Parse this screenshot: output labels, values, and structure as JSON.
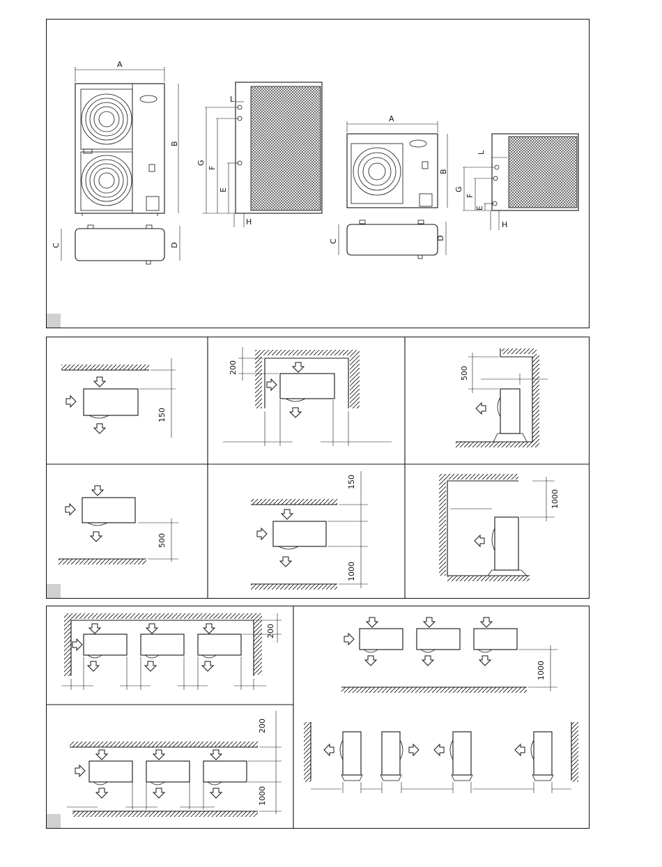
{
  "panel1": {
    "big_unit_labels": {
      "A": "A",
      "B": "B",
      "C": "C",
      "D": "D"
    },
    "big_side_labels": {
      "L": "L",
      "G": "G",
      "F": "F",
      "E": "E",
      "H": "H"
    },
    "small_unit_labels": {
      "A": "A",
      "B": "B",
      "C": "C",
      "D": "D"
    },
    "small_side_labels": {
      "L": "L",
      "G": "G",
      "F": "F",
      "E": "E",
      "H": "H"
    }
  },
  "panel2": {
    "d150_top": "150",
    "d200": "200",
    "d500_top": "500",
    "d500_bottom": "500",
    "d150_mid": "150",
    "d1000_mid": "1000",
    "d1000_right": "1000"
  },
  "panel3": {
    "d200_top": "200",
    "d1000_right": "1000",
    "d200_bottom": "200",
    "d1000_bottom": "1000"
  }
}
